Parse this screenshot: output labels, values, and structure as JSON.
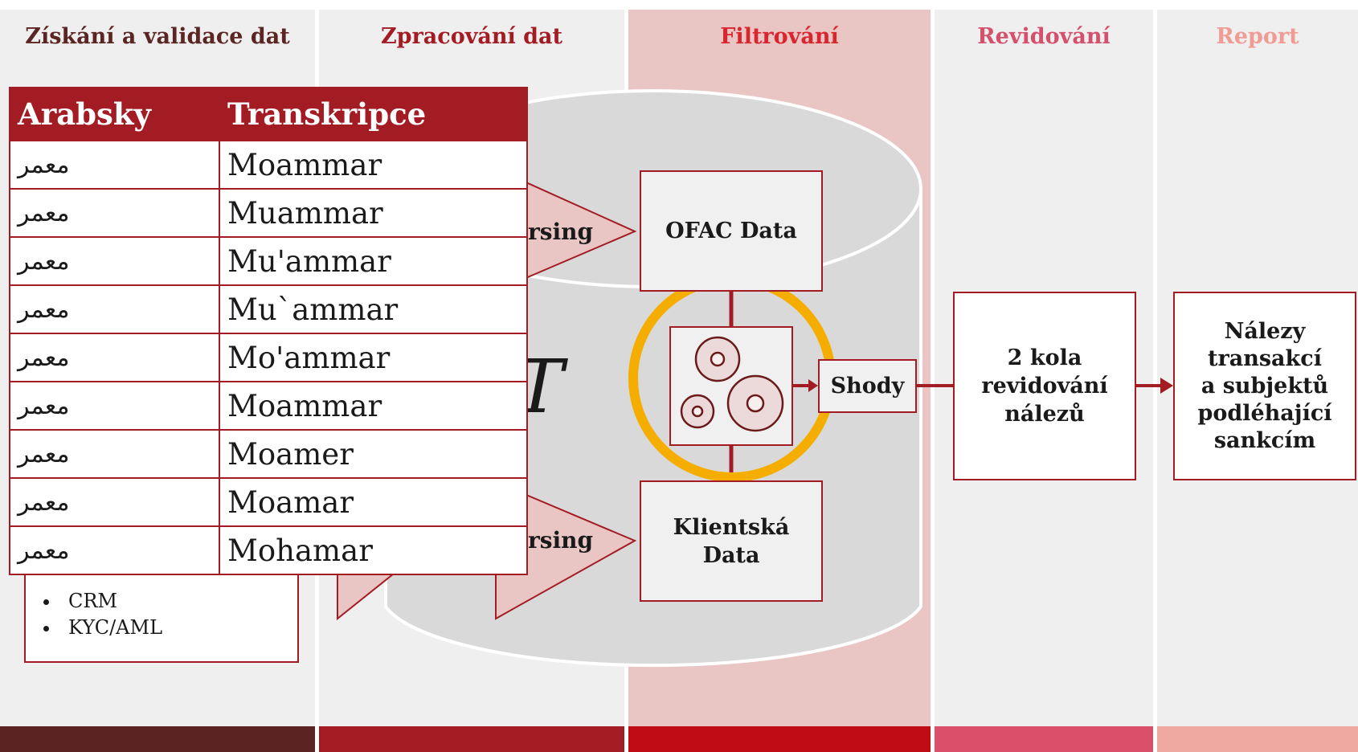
{
  "columns": [
    {
      "title": "Získání a validace dat",
      "title_color": "#5a2522",
      "bar_color": "#5a2322",
      "bg": "#efefef"
    },
    {
      "title": "Zpracování dat",
      "title_color": "#a31c24",
      "bar_color": "#a31c24",
      "bg": "#efefef"
    },
    {
      "title": "Filtrování",
      "title_color": "#d9262e",
      "bar_color": "#c00d15",
      "bg": "#e9c5c3"
    },
    {
      "title": "Revidování",
      "title_color": "#d5506c",
      "bar_color": "#db4f6b",
      "bg": "#efefef"
    },
    {
      "title": "Report",
      "title_color": "#f09b94",
      "bar_color": "#efa9a0",
      "bg": "#efefef"
    }
  ],
  "sources": {
    "items": [
      "CRM",
      "KYC/AML"
    ]
  },
  "processing": {
    "big_letter": "T",
    "parsing_top": "rsing",
    "parsing_bottom": "rsing"
  },
  "filtering": {
    "ofac_label": "OFAC Data",
    "client_label_1": "Klientská",
    "client_label_2": "Data",
    "matches_label": "Shody",
    "highlight_color": "#f5ad00"
  },
  "review": {
    "line1": "2 kola",
    "line2": "revidování",
    "line3": "nálezů"
  },
  "report": {
    "line1": "Nálezy",
    "line2": "transakcí",
    "line3": "a subjektů",
    "line4": "podléhající",
    "line5": "sankcím"
  },
  "transcription_table": {
    "headers": [
      "Arabsky",
      "Transkripce"
    ],
    "rows": [
      {
        "arabic": "معمر",
        "latin": "Moammar"
      },
      {
        "arabic": "معمر",
        "latin": "Muammar"
      },
      {
        "arabic": "معمر",
        "latin": "Mu'ammar"
      },
      {
        "arabic": "معمر",
        "latin": "Mu`ammar"
      },
      {
        "arabic": "معمر",
        "latin": "Mo'ammar"
      },
      {
        "arabic": "معمر",
        "latin": "Moammar"
      },
      {
        "arabic": "معمر",
        "latin": "Moamer"
      },
      {
        "arabic": "معمر",
        "latin": "Moamar"
      },
      {
        "arabic": "معمر",
        "latin": "Mohamar"
      }
    ]
  }
}
